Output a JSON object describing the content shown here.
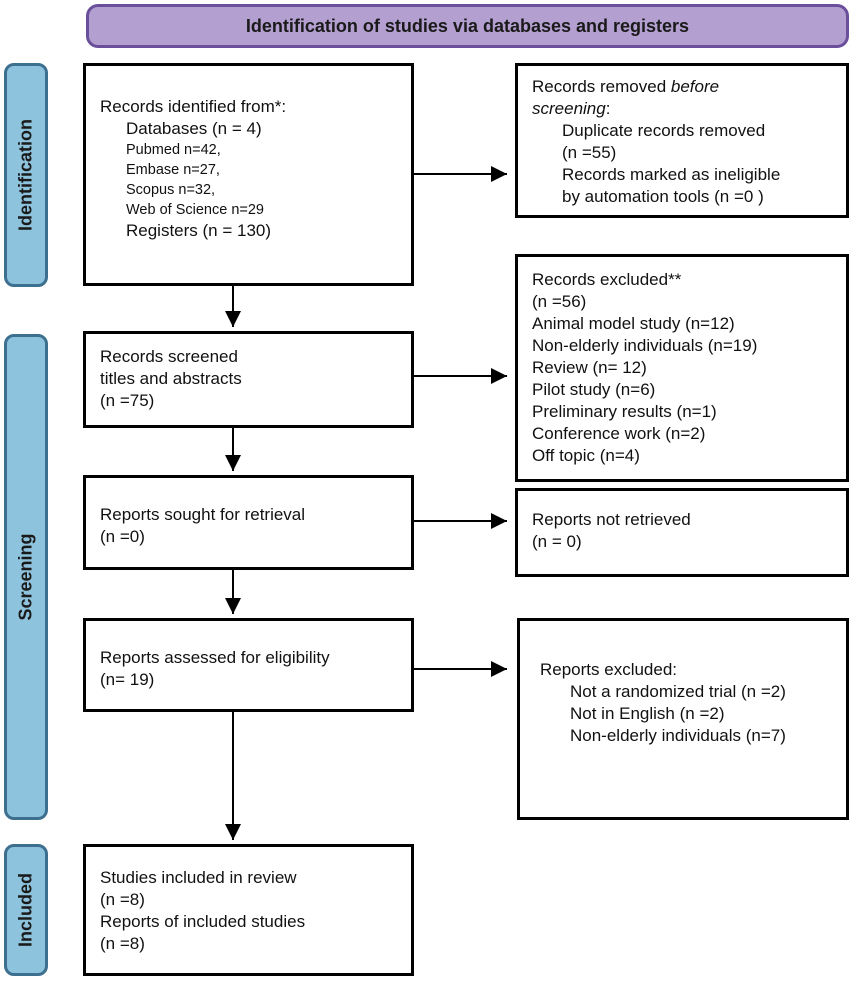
{
  "header": {
    "title": "Identification of studies via databases and registers"
  },
  "phases": {
    "identification": "Identification",
    "screening": "Screening",
    "included": "Included"
  },
  "identified": {
    "heading": "Records identified from*:",
    "databases": "Databases (n = 4)",
    "pubmed": "Pubmed n=42,",
    "embase": "Embase n=27,",
    "scopus": "Scopus n=32,",
    "wos": "Web of Science n=29",
    "registers": "Registers (n = 130)"
  },
  "removed": {
    "heading_pre": "Records removed ",
    "heading_em1": "before",
    "heading_em2": "screening",
    "heading_post": ":",
    "duplicates": "Duplicate records removed",
    "duplicates_n": "(n =55)",
    "ineligible": "Records marked as ineligible",
    "automation": "by automation tools (n =0 )"
  },
  "screened": {
    "line1": "Records screened",
    "line2": "titles and abstracts",
    "n": "(n =75)"
  },
  "excluded": {
    "heading": "Records excluded**",
    "n": "(n =56)",
    "reasons": [
      "Animal model study (n=12)",
      "Non-elderly individuals (n=19)",
      "Review (n= 12)",
      "Pilot study (n=6)",
      "Preliminary results (n=1)",
      "Conference work (n=2)",
      "Off topic (n=4)"
    ]
  },
  "sought": {
    "label": "Reports sought for retrieval",
    "n": "(n =0)"
  },
  "not_retrieved": {
    "label": "Reports not retrieved",
    "n": "(n = 0)"
  },
  "assessed": {
    "label": "Reports assessed for eligibility",
    "n": "(n= 19)"
  },
  "reports_excluded": {
    "heading": "Reports excluded:",
    "reasons": [
      "Not a randomized trial (n =2)",
      "Not in English (n =2)",
      "Non-elderly individuals (n=7)"
    ]
  },
  "included": {
    "studies": "Studies included in review",
    "studies_n": "(n =8)",
    "reports": "Reports of included studies",
    "reports_n": "(n =8)"
  },
  "colors": {
    "header_fill": "#b39fd0",
    "header_border": "#6b4f9a",
    "phase_fill": "#8ec3dd",
    "phase_border": "#3d6f8f"
  }
}
